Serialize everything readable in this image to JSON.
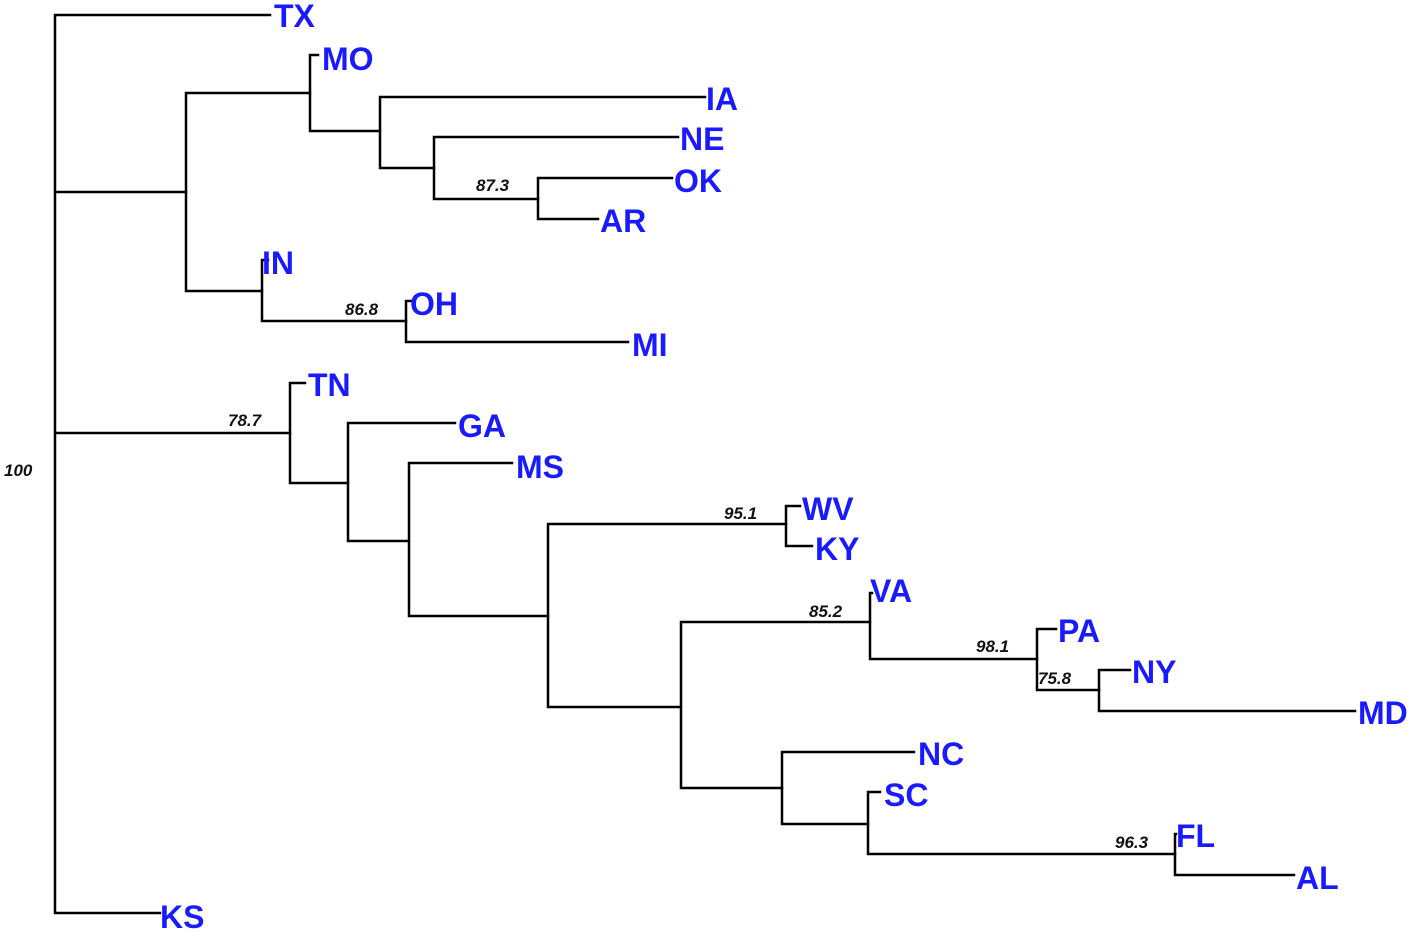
{
  "colors": {
    "leaf": "#1a1aff",
    "branch": "#000000",
    "support": "#111111"
  },
  "tree": {
    "leaves": {
      "TX": "TX",
      "MO": "MO",
      "IA": "IA",
      "NE": "NE",
      "OK": "OK",
      "AR": "AR",
      "IN": "IN",
      "OH": "OH",
      "MI": "MI",
      "TN": "TN",
      "GA": "GA",
      "MS": "MS",
      "WV": "WV",
      "KY": "KY",
      "VA": "VA",
      "PA": "PA",
      "NY": "NY",
      "MD": "MD",
      "NC": "NC",
      "SC": "SC",
      "FL": "FL",
      "AL": "AL",
      "KS": "KS"
    },
    "support": {
      "root": "100",
      "okar": "87.3",
      "ohmi": "86.8",
      "south": "78.7",
      "wvky": "95.1",
      "va": "85.2",
      "pa": "98.1",
      "nymd": "75.8",
      "flal": "96.3"
    }
  }
}
